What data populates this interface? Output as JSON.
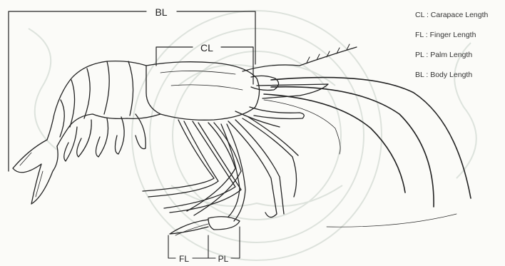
{
  "labels": {
    "bl": "BL",
    "cl": "CL",
    "fl": "FL",
    "pl": "PL"
  },
  "legend": [
    "CL : Carapace Length",
    "FL : Finger Length",
    "PL : Palm Length",
    "BL : Body Length"
  ],
  "colors": {
    "ink": "#222222",
    "watermark": "#d6ddd6",
    "background": "#fbfbf8"
  },
  "icons": {
    "watermark": "university-seal-watermark"
  }
}
